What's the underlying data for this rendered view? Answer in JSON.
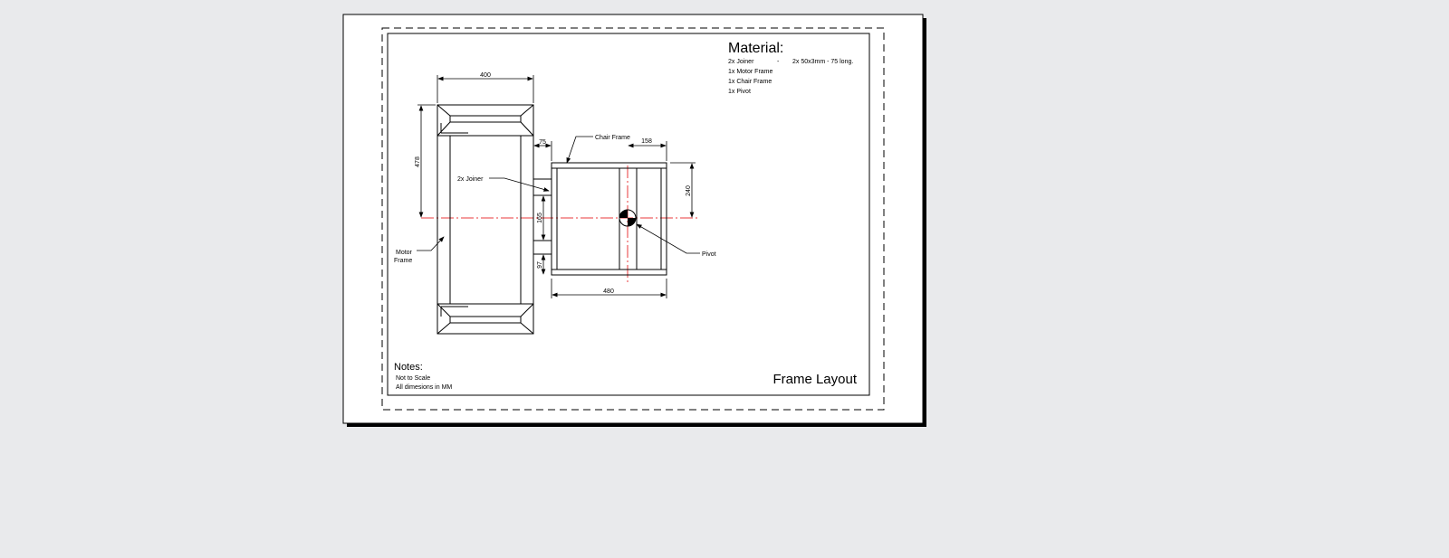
{
  "drawing": {
    "title": "Frame Layout",
    "material_heading": "Material:",
    "materials": [
      {
        "item": "2x Joiner",
        "sep": "-",
        "spec": "2x 50x3mm - 75 long."
      },
      {
        "item": "1x Motor Frame"
      },
      {
        "item": "1x Chair Frame"
      },
      {
        "item": "1x Pivot"
      }
    ],
    "notes_heading": "Notes:",
    "notes": [
      "Not to Scale",
      "All dimesions in MM"
    ],
    "labels": {
      "chair_frame": "Chair Frame",
      "joiner": "2x Joiner",
      "motor_frame_1": "Motor",
      "motor_frame_2": "Frame",
      "pivot": "Pivot"
    },
    "dimensions": {
      "motor_width": "400",
      "motor_half_height": "478",
      "joiner_length": "75",
      "pivot_offset": "158",
      "chair_half_height": "240",
      "joiner_gap": "165",
      "joiner_edge": "97",
      "chair_width": "480"
    },
    "colors": {
      "centerline": "#e8383b",
      "background": "#e9eaec"
    }
  }
}
